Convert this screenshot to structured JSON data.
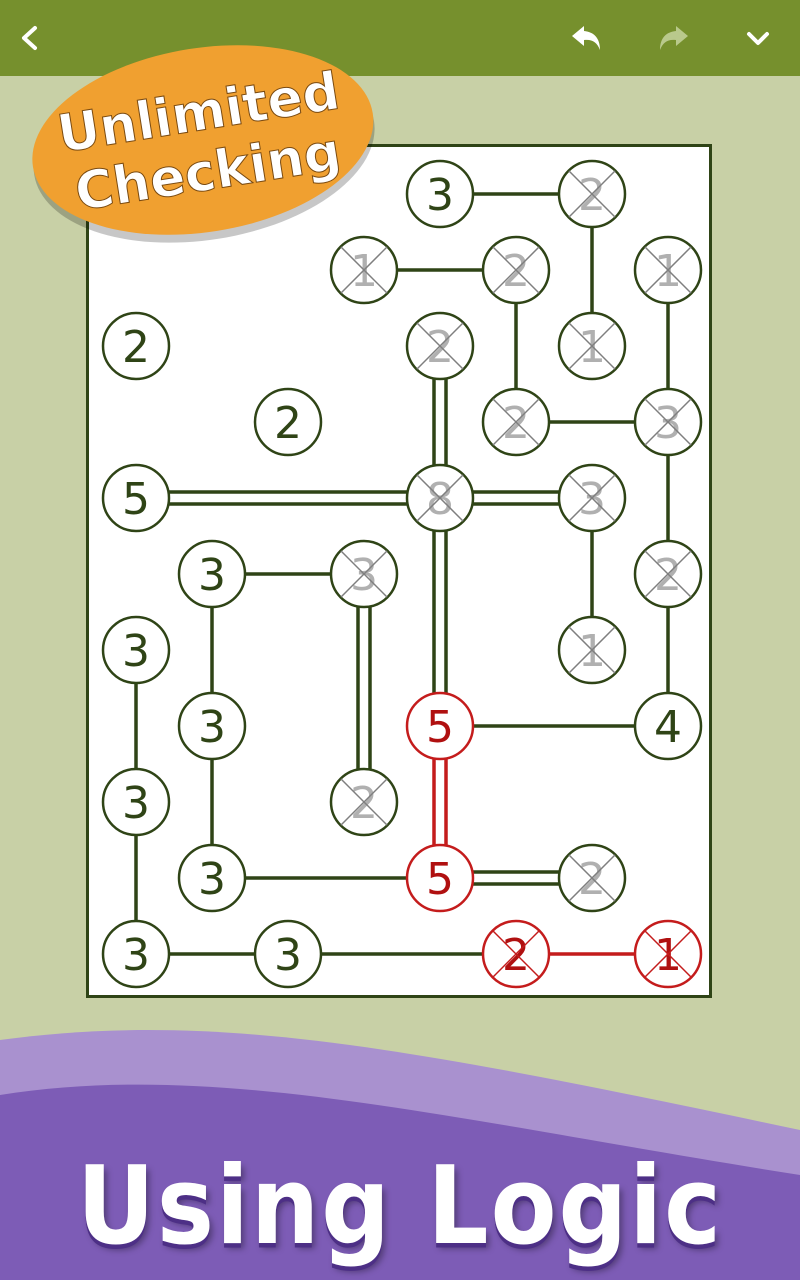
{
  "topbar": {
    "back_icon": "chevron-left-icon",
    "undo_icon": "undo-icon",
    "redo_icon": "redo-icon",
    "menu_icon": "chevron-down-icon",
    "redo_enabled": false
  },
  "badge": {
    "line1": "Unlimited",
    "line2": "Checking",
    "color": "#f0a030"
  },
  "footer": {
    "title": "Using Logic",
    "band_light": "#a991cf",
    "band_dark": "#7d5cb6"
  },
  "colors": {
    "line_ok": "#2f4416",
    "line_error": "#c41c1c",
    "number_active": "#2f4416",
    "number_done": "#b0b0b0",
    "number_error": "#b01010",
    "strike": "#7f7f7f"
  },
  "puzzle": {
    "columns": 8,
    "rows": 12,
    "islands": [
      {
        "id": "a",
        "col": 4,
        "row": 0,
        "value": "3",
        "state": "active"
      },
      {
        "id": "b",
        "col": 6,
        "row": 0,
        "value": "2",
        "state": "done"
      },
      {
        "id": "c",
        "col": 3,
        "row": 1,
        "value": "1",
        "state": "done"
      },
      {
        "id": "d",
        "col": 5,
        "row": 1,
        "value": "2",
        "state": "done"
      },
      {
        "id": "e",
        "col": 7,
        "row": 1,
        "value": "1",
        "state": "done"
      },
      {
        "id": "f",
        "col": 0,
        "row": 2,
        "value": "2",
        "state": "active"
      },
      {
        "id": "g",
        "col": 4,
        "row": 2,
        "value": "2",
        "state": "done"
      },
      {
        "id": "h",
        "col": 6,
        "row": 2,
        "value": "1",
        "state": "done"
      },
      {
        "id": "i",
        "col": 2,
        "row": 3,
        "value": "2",
        "state": "active"
      },
      {
        "id": "j",
        "col": 5,
        "row": 3,
        "value": "2",
        "state": "done"
      },
      {
        "id": "k",
        "col": 7,
        "row": 3,
        "value": "3",
        "state": "done"
      },
      {
        "id": "l",
        "col": 0,
        "row": 4,
        "value": "5",
        "state": "active"
      },
      {
        "id": "m",
        "col": 4,
        "row": 4,
        "value": "8",
        "state": "done"
      },
      {
        "id": "n",
        "col": 6,
        "row": 4,
        "value": "3",
        "state": "done"
      },
      {
        "id": "o",
        "col": 1,
        "row": 5,
        "value": "3",
        "state": "active"
      },
      {
        "id": "p",
        "col": 3,
        "row": 5,
        "value": "3",
        "state": "done"
      },
      {
        "id": "q",
        "col": 7,
        "row": 5,
        "value": "2",
        "state": "done"
      },
      {
        "id": "r",
        "col": 0,
        "row": 6,
        "value": "3",
        "state": "active"
      },
      {
        "id": "s",
        "col": 6,
        "row": 6,
        "value": "1",
        "state": "done"
      },
      {
        "id": "t",
        "col": 1,
        "row": 7,
        "value": "3",
        "state": "active"
      },
      {
        "id": "u",
        "col": 4,
        "row": 7,
        "value": "5",
        "state": "error"
      },
      {
        "id": "v",
        "col": 7,
        "row": 7,
        "value": "4",
        "state": "active"
      },
      {
        "id": "w",
        "col": 0,
        "row": 8,
        "value": "3",
        "state": "active"
      },
      {
        "id": "x",
        "col": 3,
        "row": 8,
        "value": "2",
        "state": "done"
      },
      {
        "id": "y",
        "col": 1,
        "row": 9,
        "value": "3",
        "state": "active"
      },
      {
        "id": "z",
        "col": 4,
        "row": 9,
        "value": "5",
        "state": "error"
      },
      {
        "id": "aa",
        "col": 6,
        "row": 9,
        "value": "2",
        "state": "done"
      },
      {
        "id": "bb",
        "col": 0,
        "row": 10,
        "value": "3",
        "state": "active"
      },
      {
        "id": "cc",
        "col": 2,
        "row": 10,
        "value": "3",
        "state": "active"
      },
      {
        "id": "dd",
        "col": 5,
        "row": 10,
        "value": "2",
        "state": "error_done"
      },
      {
        "id": "ee",
        "col": 7,
        "row": 10,
        "value": "1",
        "state": "error_done"
      }
    ],
    "bridges": [
      {
        "from": "a",
        "to": "b",
        "count": 1,
        "state": "ok"
      },
      {
        "from": "c",
        "to": "d",
        "count": 1,
        "state": "ok"
      },
      {
        "from": "b",
        "to": "h",
        "count": 1,
        "state": "ok"
      },
      {
        "from": "d",
        "to": "j",
        "count": 1,
        "state": "ok"
      },
      {
        "from": "e",
        "to": "k",
        "count": 1,
        "state": "ok"
      },
      {
        "from": "j",
        "to": "k",
        "count": 1,
        "state": "ok"
      },
      {
        "from": "g",
        "to": "m",
        "count": 2,
        "state": "ok"
      },
      {
        "from": "l",
        "to": "m",
        "count": 2,
        "state": "ok"
      },
      {
        "from": "m",
        "to": "n",
        "count": 2,
        "state": "ok"
      },
      {
        "from": "k",
        "to": "q",
        "count": 1,
        "state": "ok"
      },
      {
        "from": "n",
        "to": "s",
        "count": 1,
        "state": "ok"
      },
      {
        "from": "m",
        "to": "u",
        "count": 2,
        "state": "ok"
      },
      {
        "from": "o",
        "to": "p",
        "count": 1,
        "state": "ok"
      },
      {
        "from": "p",
        "to": "x",
        "count": 2,
        "state": "ok"
      },
      {
        "from": "o",
        "to": "t",
        "count": 1,
        "state": "ok"
      },
      {
        "from": "t",
        "to": "y",
        "count": 1,
        "state": "ok"
      },
      {
        "from": "r",
        "to": "w",
        "count": 1,
        "state": "ok"
      },
      {
        "from": "w",
        "to": "bb",
        "count": 1,
        "state": "ok"
      },
      {
        "from": "q",
        "to": "v",
        "count": 1,
        "state": "ok"
      },
      {
        "from": "u",
        "to": "v",
        "count": 1,
        "state": "ok"
      },
      {
        "from": "u",
        "to": "z",
        "count": 2,
        "state": "error"
      },
      {
        "from": "y",
        "to": "z",
        "count": 1,
        "state": "ok"
      },
      {
        "from": "z",
        "to": "aa",
        "count": 2,
        "state": "ok"
      },
      {
        "from": "bb",
        "to": "cc",
        "count": 1,
        "state": "ok"
      },
      {
        "from": "cc",
        "to": "dd",
        "count": 1,
        "state": "ok"
      },
      {
        "from": "dd",
        "to": "ee",
        "count": 1,
        "state": "error"
      }
    ]
  }
}
